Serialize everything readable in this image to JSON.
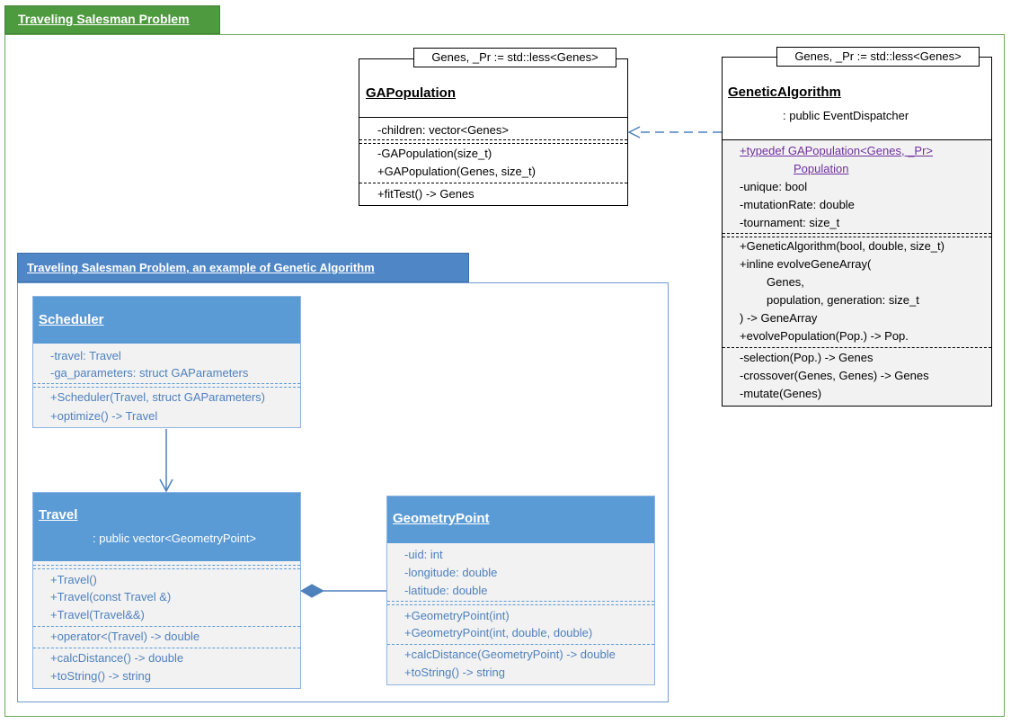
{
  "outer_package": {
    "title": "Traveling Salesman Problem"
  },
  "inner_package": {
    "title": "Traveling Salesman Problem, an example of Genetic Algorithm"
  },
  "ga_population": {
    "template": "Genes, _Pr := std::less<Genes>",
    "name": "GAPopulation",
    "attributes": [
      "-children: vector<Genes>"
    ],
    "constructors": [
      "-GAPopulation(size_t)",
      "+GAPopulation(Genes, size_t)"
    ],
    "methods": [
      "+fitTest() -> Genes"
    ]
  },
  "genetic_algorithm": {
    "template": "Genes, _Pr := std::less<Genes>",
    "name": "GeneticAlgorithm",
    "base": ": public EventDispatcher",
    "typedef_line1": "+typedef GAPopulation<Genes, _Pr>",
    "typedef_line2": "Population",
    "attributes": [
      "-unique: bool",
      "-mutationRate: double",
      "-tournament: size_t"
    ],
    "public_methods": [
      "+GeneticAlgorithm(bool, double, size_t)",
      "+inline evolveGeneArray(",
      "Genes,",
      "population, generation: size_t",
      ") -> GeneArray",
      "+evolvePopulation(Pop.) -> Pop."
    ],
    "private_methods": [
      "-selection(Pop.) -> Genes",
      "-crossover(Genes, Genes) -> Genes",
      "-mutate(Genes)"
    ]
  },
  "scheduler": {
    "name": "Scheduler",
    "attributes": [
      "-travel: Travel",
      "-ga_parameters: struct GAParameters"
    ],
    "methods": [
      "+Scheduler(Travel, struct GAParameters)",
      "+optimize() -> Travel"
    ]
  },
  "travel": {
    "name": "Travel",
    "base": ": public vector<GeometryPoint>",
    "constructors": [
      "+Travel()",
      "+Travel(const Travel &)",
      "+Travel(Travel&&)"
    ],
    "operators": [
      "+operator<(Travel) -> double"
    ],
    "methods": [
      "+calcDistance() -> double",
      "+toString() -> string"
    ]
  },
  "geometry_point": {
    "name": "GeometryPoint",
    "attributes": [
      "-uid: int",
      "-longitude: double",
      "-latitude: double"
    ],
    "constructors": [
      "+GeometryPoint(int)",
      "+GeometryPoint(int, double, double)"
    ],
    "methods": [
      "+calcDistance(GeometryPoint) -> double",
      "+toString() -> string"
    ]
  }
}
